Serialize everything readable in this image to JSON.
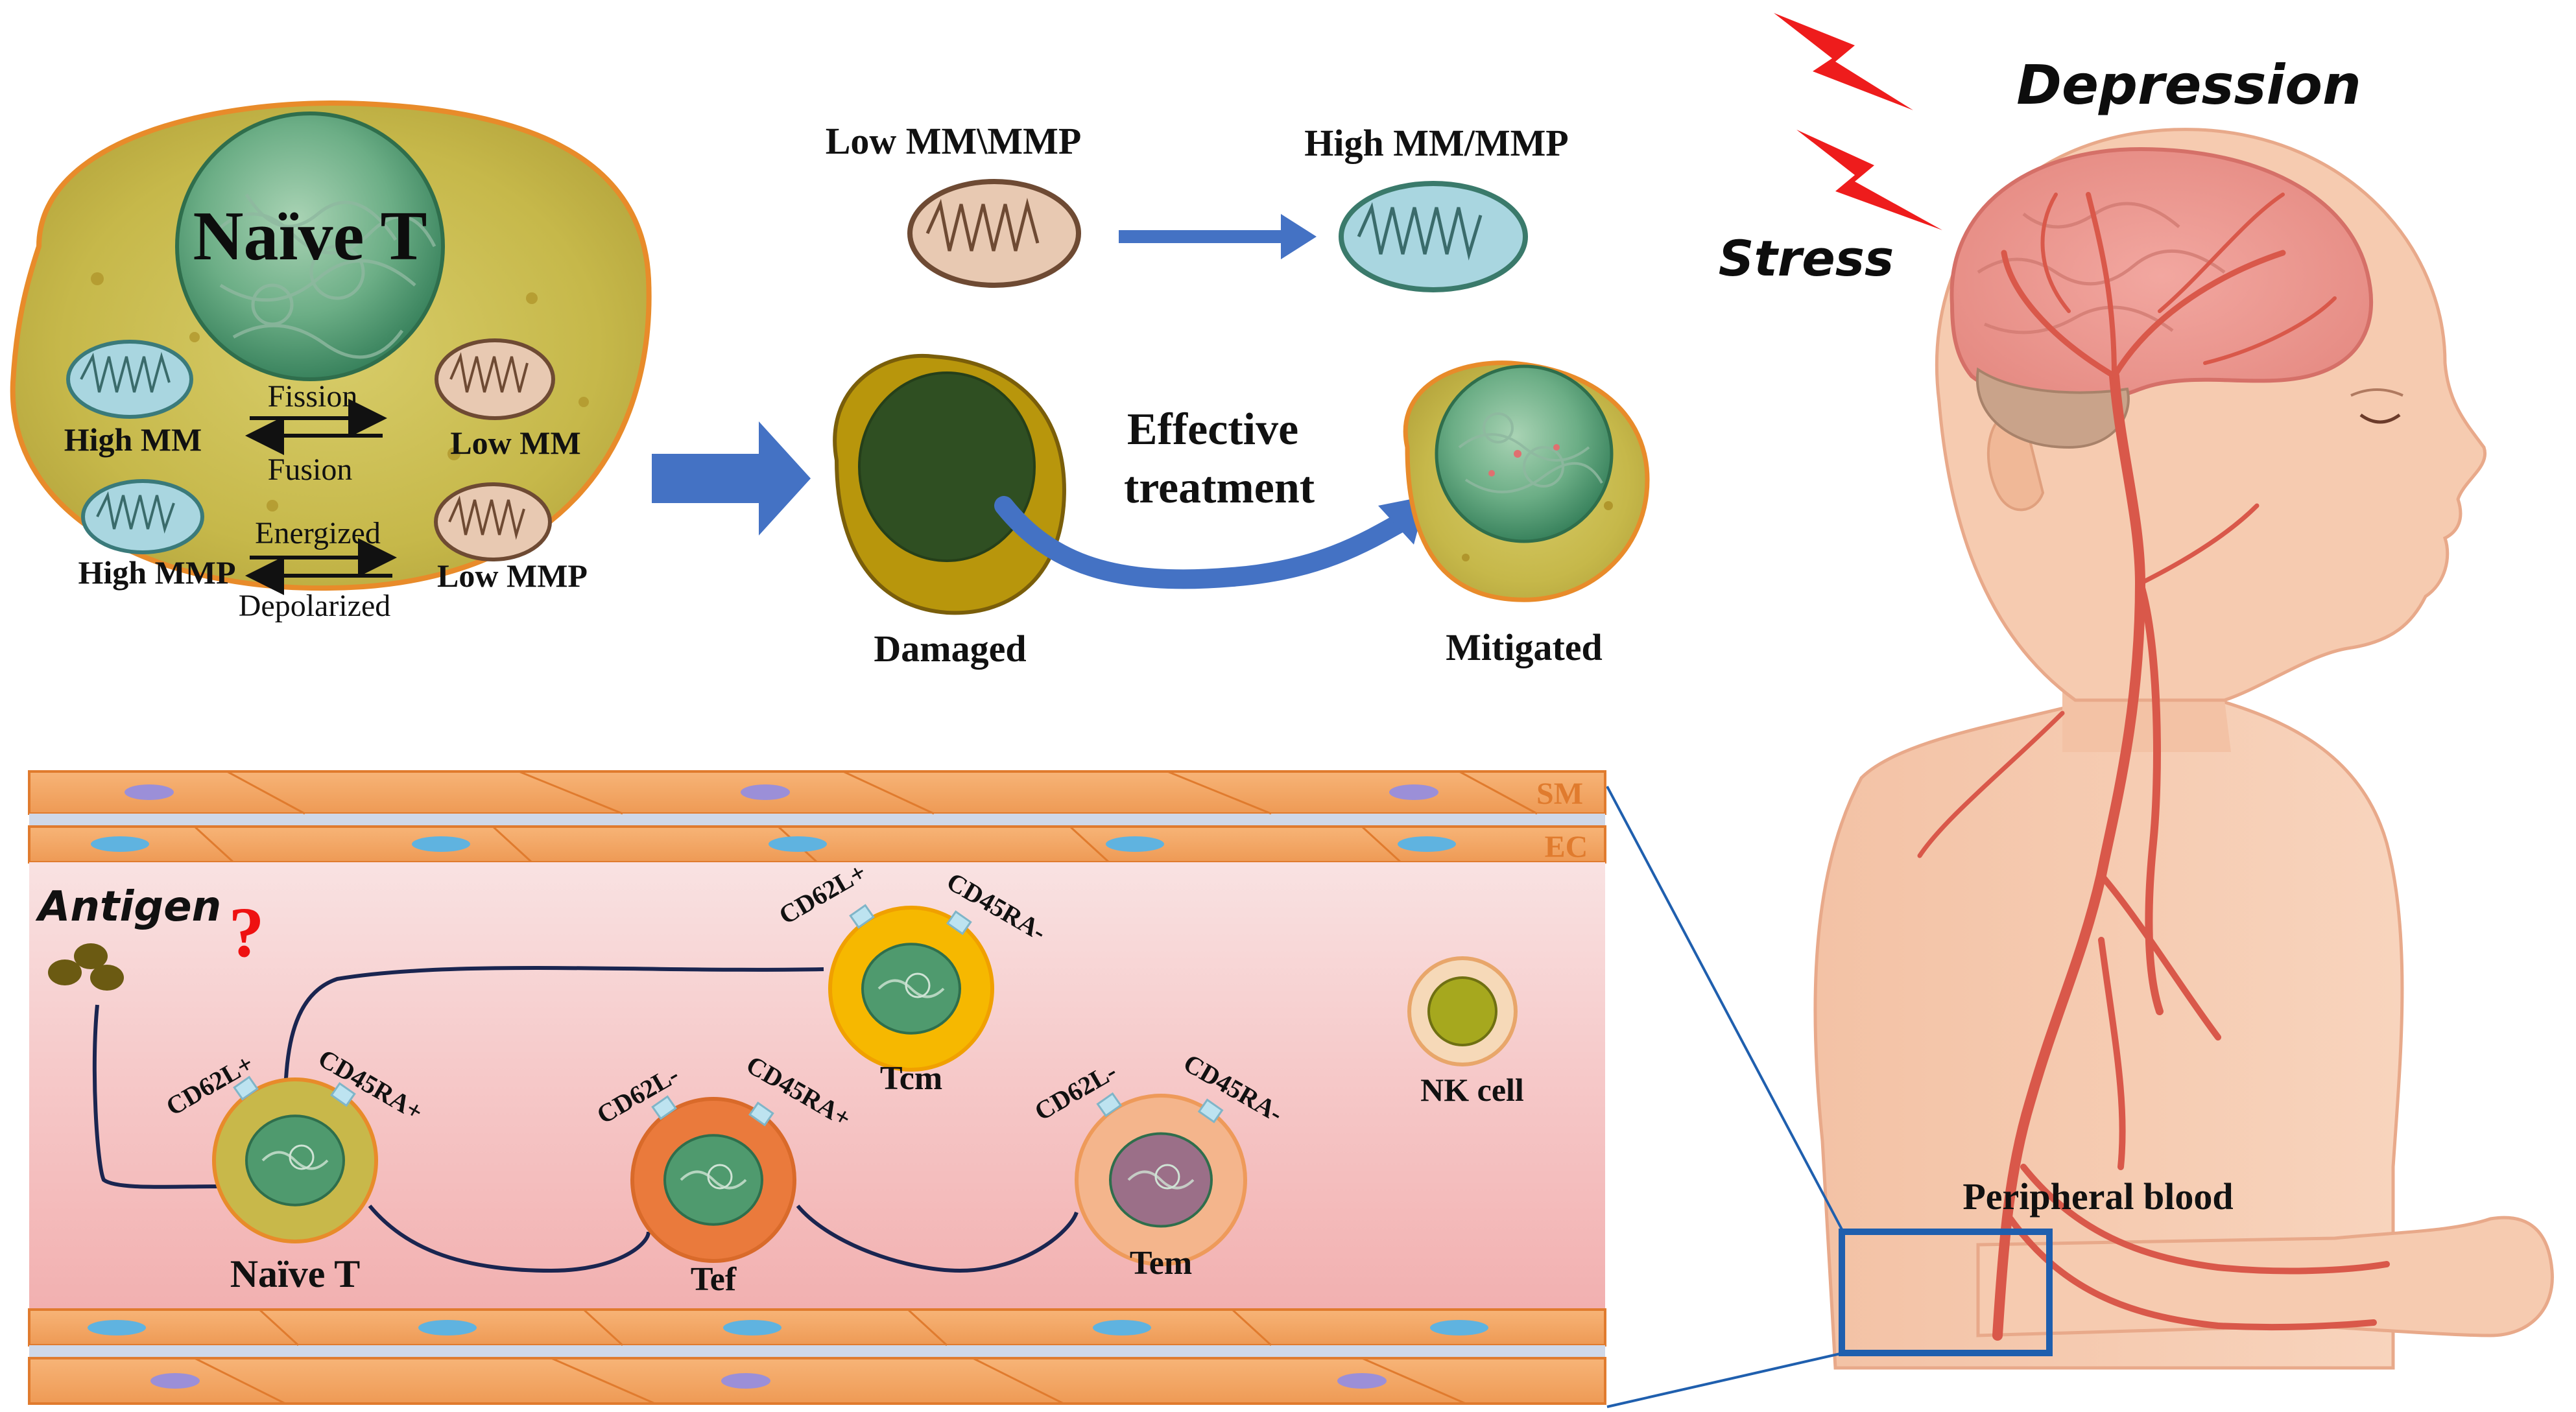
{
  "top_left_cell": {
    "title": "Naïve T",
    "high_mm": "High MM",
    "low_mm": "Low MM",
    "fission": "Fission",
    "fusion": "Fusion",
    "high_mmp": "High MMP",
    "low_mmp": "Low MMP",
    "energized": "Energized",
    "depolarized": "Depolarized"
  },
  "mito_transition": {
    "low_label": "Low MM\\MMP",
    "high_label": "High MM/MMP"
  },
  "treatment": {
    "label_line1": "Effective",
    "label_line2": "treatment",
    "damaged": "Damaged",
    "mitigated": "Mitigated"
  },
  "brain": {
    "depression": "Depression",
    "stress": "Stress"
  },
  "vessel": {
    "sm": "SM",
    "ec": "EC",
    "antigen": "Antigen",
    "question": "?",
    "peripheral_blood": "Peripheral blood",
    "cells": {
      "naive": {
        "name": "Naïve T",
        "m1": "CD62L+",
        "m2": "CD45RA+"
      },
      "tcm": {
        "name": "Tcm",
        "m1": "CD62L+",
        "m2": "CD45RA-"
      },
      "tef": {
        "name": "Tef",
        "m1": "CD62L-",
        "m2": "CD45RA+"
      },
      "tem": {
        "name": "Tem",
        "m1": "CD62L-",
        "m2": "CD45RA-"
      },
      "nk": {
        "name": "NK cell"
      }
    }
  },
  "colors": {
    "cell_yellow": "#c8b84a",
    "nucleus_green": "#4f9a6e",
    "arrow_blue": "#4472c4",
    "vessel_pink": "#f7c9c9",
    "vessel_orange": "#f4a460",
    "artery_red": "#d9584a",
    "skin": "#f6cbb0",
    "lightning_red": "#ee1c1c"
  }
}
